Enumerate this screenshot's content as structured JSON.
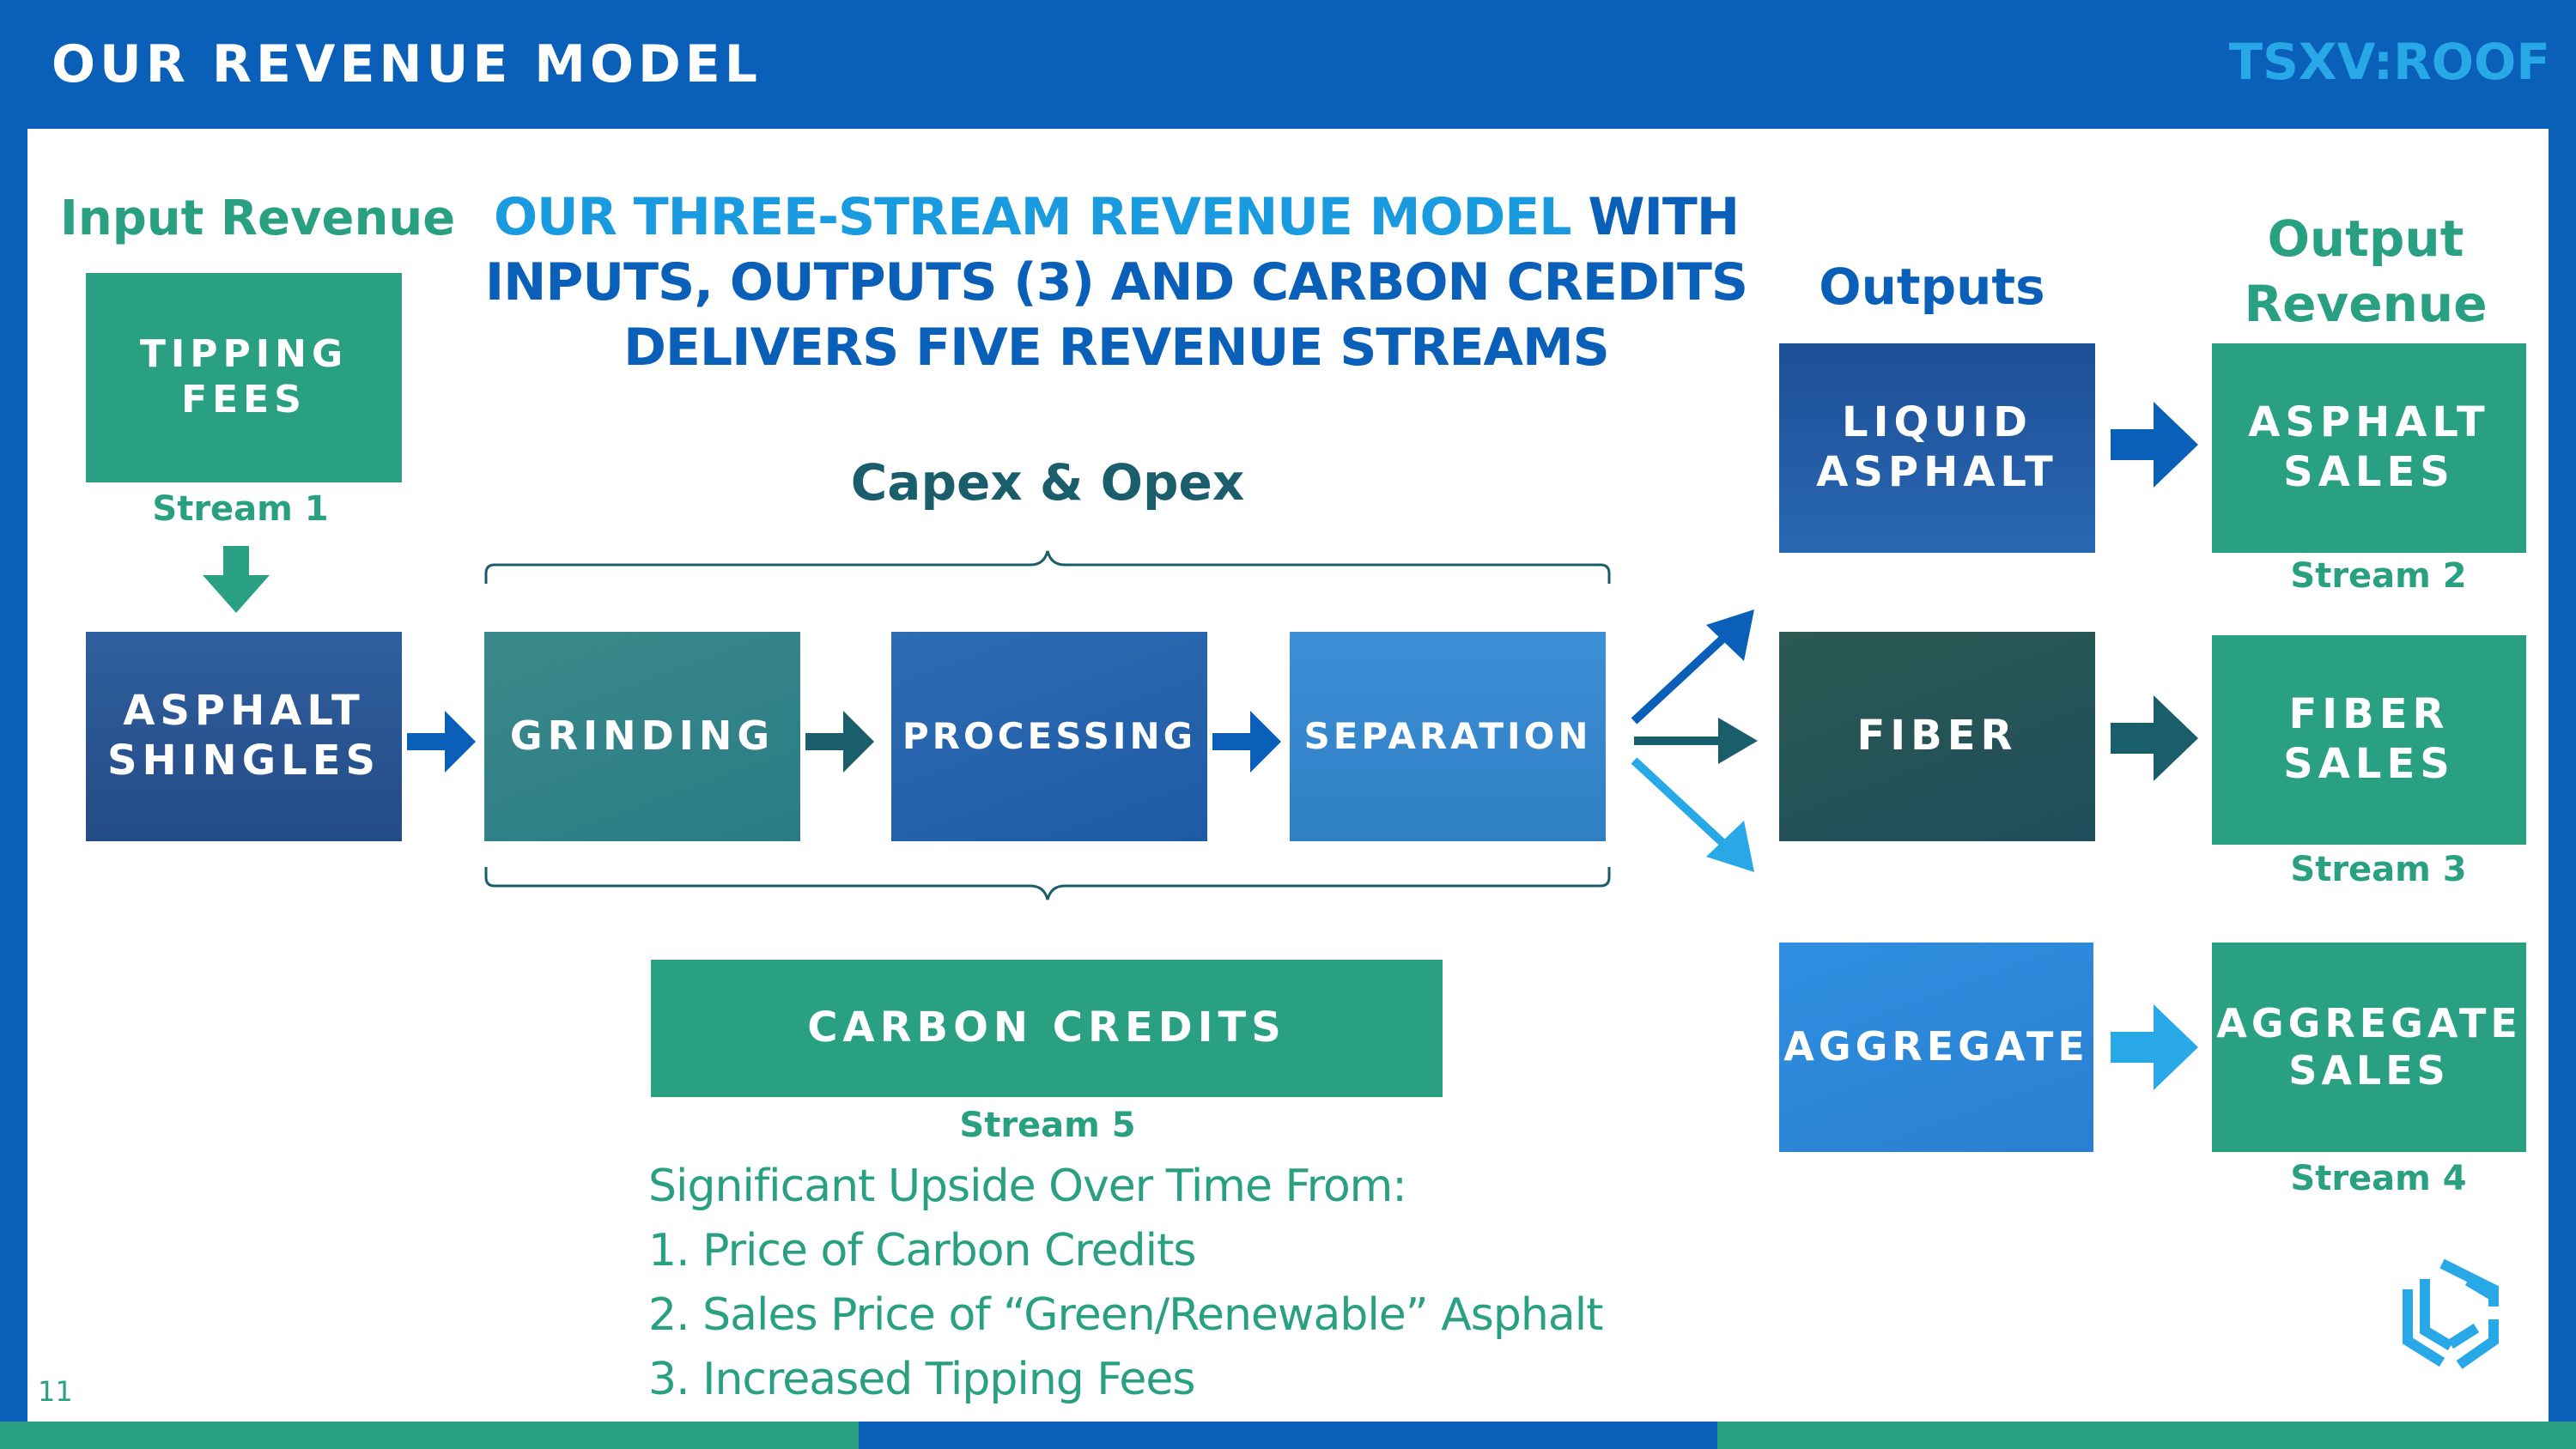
{
  "header": {
    "title": "OUR REVENUE MODEL",
    "ticker": "TSXV:ROOF"
  },
  "headings": {
    "input_revenue": "Input Revenue",
    "main_line1_accent": "OUR THREE-STREAM REVENUE MODEL",
    "main_line1_rest": " WITH",
    "main_line2": "INPUTS, OUTPUTS (3) AND CARBON CREDITS",
    "main_line3": "DELIVERS FIVE REVENUE STREAMS",
    "outputs": "Outputs",
    "output_revenue_line1": "Output",
    "output_revenue_line2": "Revenue",
    "capex_opex": "Capex & Opex"
  },
  "input": {
    "tipping_line1": "TIPPING",
    "tipping_line2": "FEES",
    "stream": "Stream 1",
    "shingles_line1": "ASPHALT",
    "shingles_line2": "SHINGLES"
  },
  "process": {
    "steps": [
      "GRINDING",
      "PROCESSING",
      "SEPARATION"
    ]
  },
  "carbon": {
    "label": "CARBON CREDITS",
    "stream": "Stream 5"
  },
  "outputs": {
    "liquid_line1": "LIQUID",
    "liquid_line2": "ASPHALT",
    "fiber": "FIBER",
    "aggregate": "AGGREGATE"
  },
  "revenue": {
    "asphalt_line1": "ASPHALT",
    "asphalt_line2": "SALES",
    "asphalt_stream": "Stream 2",
    "fiber_line1": "FIBER",
    "fiber_line2": "SALES",
    "fiber_stream": "Stream 3",
    "aggregate_line1": "AGGREGATE",
    "aggregate_line2": "SALES",
    "aggregate_stream": "Stream 4"
  },
  "upside": {
    "title": "Significant Upside Over Time From:",
    "items": [
      " 1. Price of Carbon Credits",
      "2. Sales Price of “Green/Renewable” Asphalt",
      "3. Increased Tipping Fees"
    ]
  },
  "page_number": "11",
  "colors": {
    "brand_blue": "#0a5fb8",
    "light_blue": "#1a9be0",
    "green": "#2aa083",
    "dark_teal": "#1b5e6b"
  }
}
